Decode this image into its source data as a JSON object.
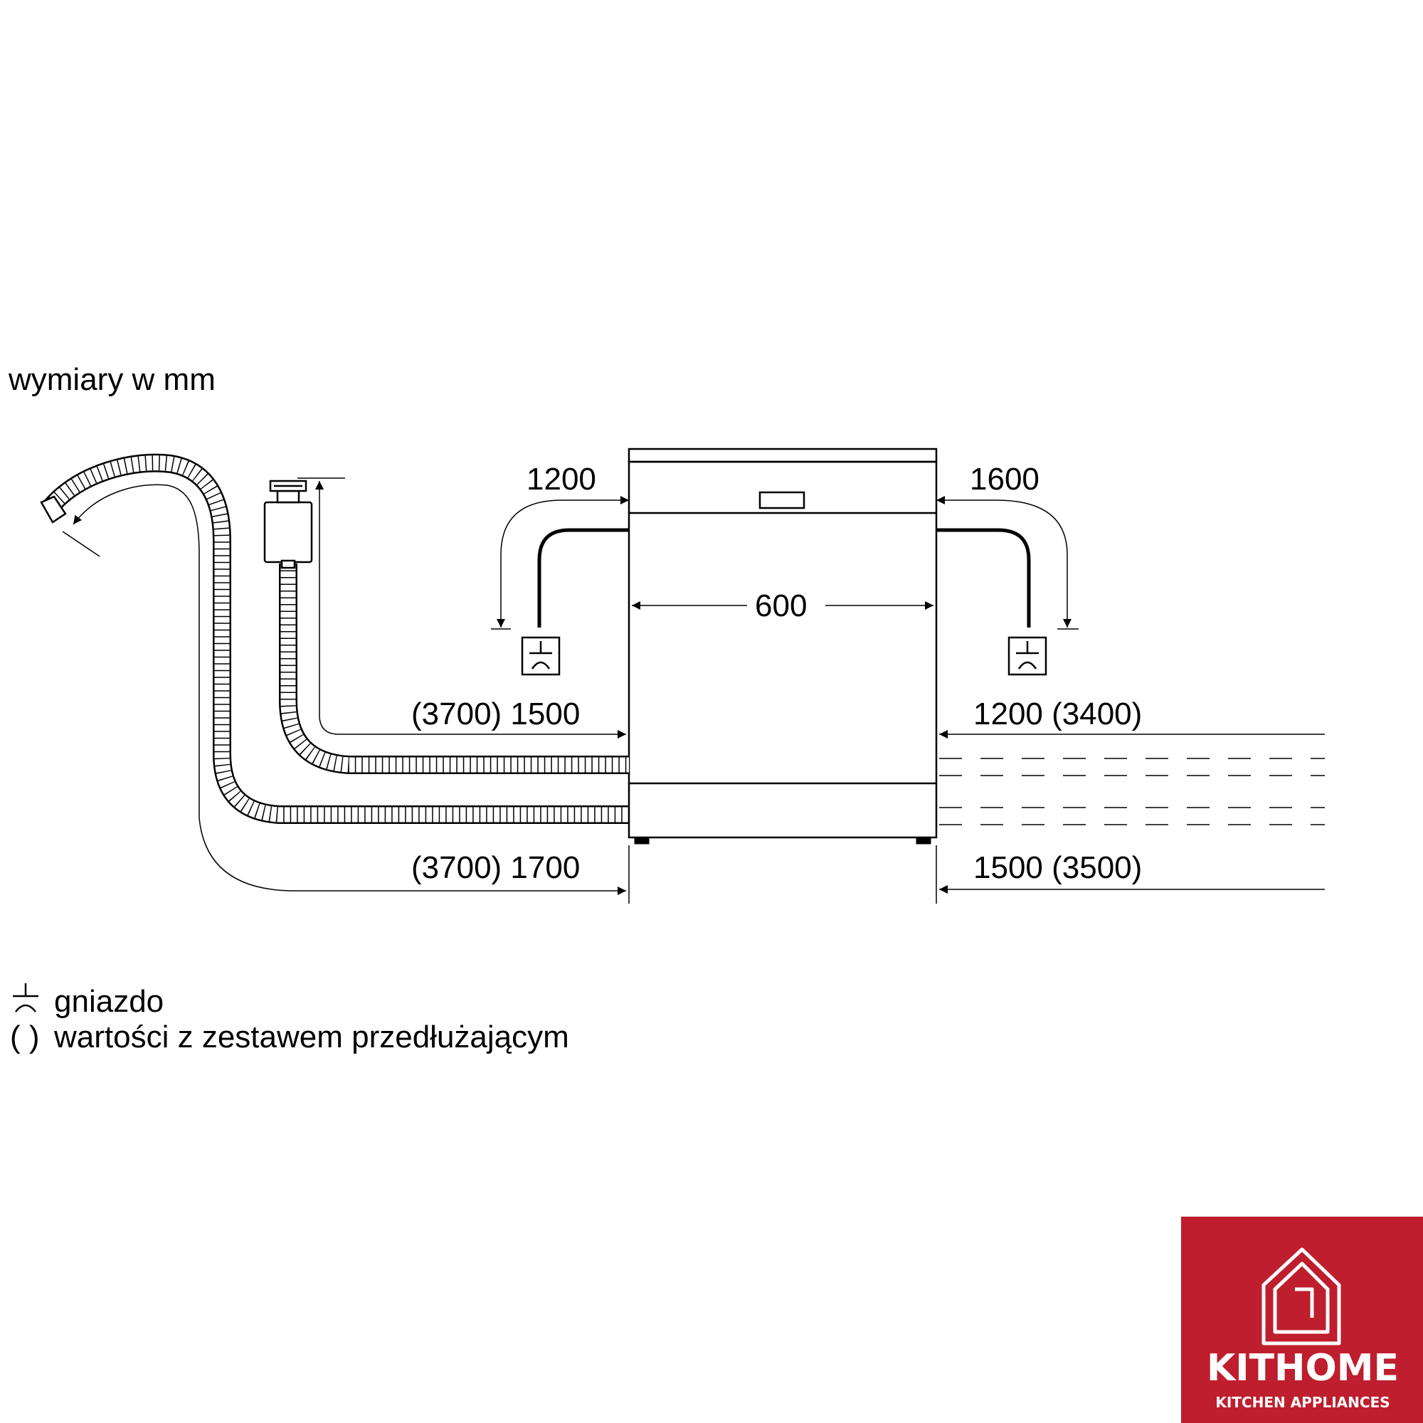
{
  "header": {
    "units_label": "wymiary w mm"
  },
  "dimensions": {
    "left_top": "1200",
    "right_top": "1600",
    "width": "600",
    "left_mid": "(3700) 1500",
    "right_mid": "1200 (3400)",
    "left_bottom": "(3700) 1700",
    "right_bottom": "1500 (3500)"
  },
  "legend": {
    "socket_label": "gniazdo",
    "extension_symbol": "( )",
    "extension_label": "wartości z zestawem przedłużającym"
  },
  "logo": {
    "name": "KITHOME",
    "tagline": "KITCHEN APPLIANCES",
    "bg_color": "#BE1E2D"
  }
}
